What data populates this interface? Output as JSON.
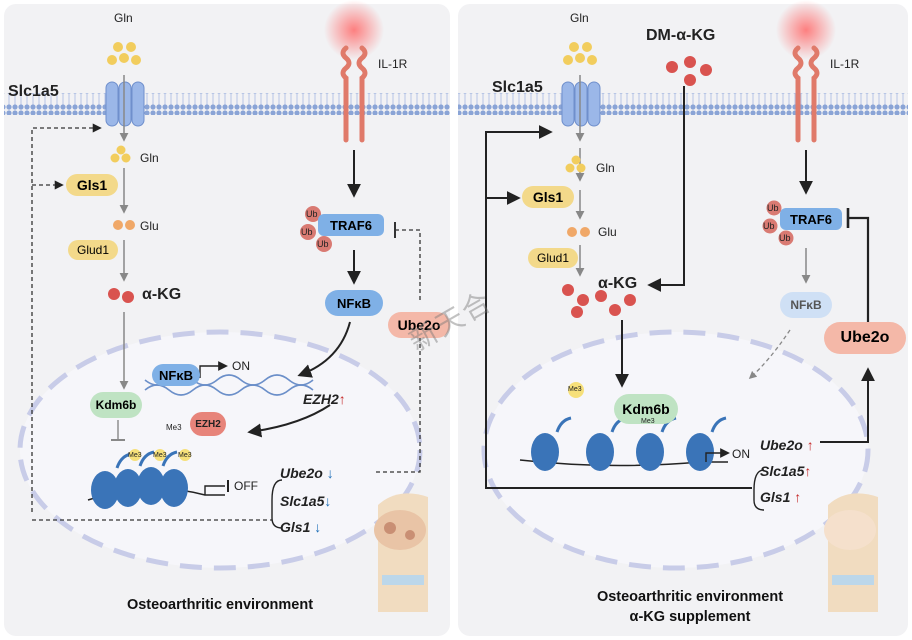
{
  "left": {
    "gln_top": "Gln",
    "transporter": "Slc1a5",
    "receptor": "IL-1R",
    "gln_in": "Gln",
    "gls1": "Gls1",
    "glu": "Glu",
    "glud1": "Glud1",
    "akg": "α-KG",
    "traf6": "TRAF6",
    "ub": "Ub",
    "nfkb_cyto": "NFκB",
    "ube2o_protein": "Ube2o",
    "nfkb_nuc": "NFκB",
    "on": "ON",
    "ezh2_label": "EZH2",
    "kdm6b": "Kdm6b",
    "me3": "Me3",
    "ezh2_small": "EZH2",
    "off": "OFF",
    "genes": [
      {
        "name": "Ube2o",
        "arrow": "↓"
      },
      {
        "name": "Slc1a5",
        "arrow": "↓"
      },
      {
        "name": "Gls1",
        "arrow": "↓"
      }
    ],
    "ezh2_arrow": "↑",
    "footer": "Osteoarthritic environment"
  },
  "right": {
    "gln_top": "Gln",
    "dm_akg": "DM-α-KG",
    "transporter": "Slc1a5",
    "receptor": "IL-1R",
    "gln_in": "Gln",
    "gls1": "Gls1",
    "glu": "Glu",
    "glud1": "Glud1",
    "akg": "α-KG",
    "traf6": "TRAF6",
    "ub": "Ub",
    "nfkb": "NFκB",
    "ube2o_protein": "Ube2o",
    "kdm6b": "Kdm6b",
    "me3": "Me3",
    "on": "ON",
    "genes": [
      {
        "name": "Ube2o",
        "arrow": "↑"
      },
      {
        "name": "Slc1a5",
        "arrow": "↑"
      },
      {
        "name": "Gls1",
        "arrow": "↑"
      }
    ],
    "footer_line1": "Osteoarthritic environment",
    "footer_line2": "α-KG supplement"
  },
  "watermark": "新天合",
  "colors": {
    "panel_bg": "#f2f2f4",
    "membrane": "#8aa4d6",
    "transporter": "#9bb7e8",
    "receptor": "#e07a6a",
    "gln_dot": "#f2cd5d",
    "akg_dot": "#d9534f",
    "gls1_pill": "#f3d98a",
    "traf6_pill": "#7fb0e6",
    "ub_dot": "#d97a72",
    "ube2o_pill": "#f4b8a8",
    "kdm6b_blob": "#bfe3c3",
    "ezh2_blob": "#e7847a",
    "nucleus_dash": "#c8cce8",
    "dna": "#3a74b8",
    "up_arrow": "#c62828",
    "down_arrow": "#1e6fb8"
  }
}
